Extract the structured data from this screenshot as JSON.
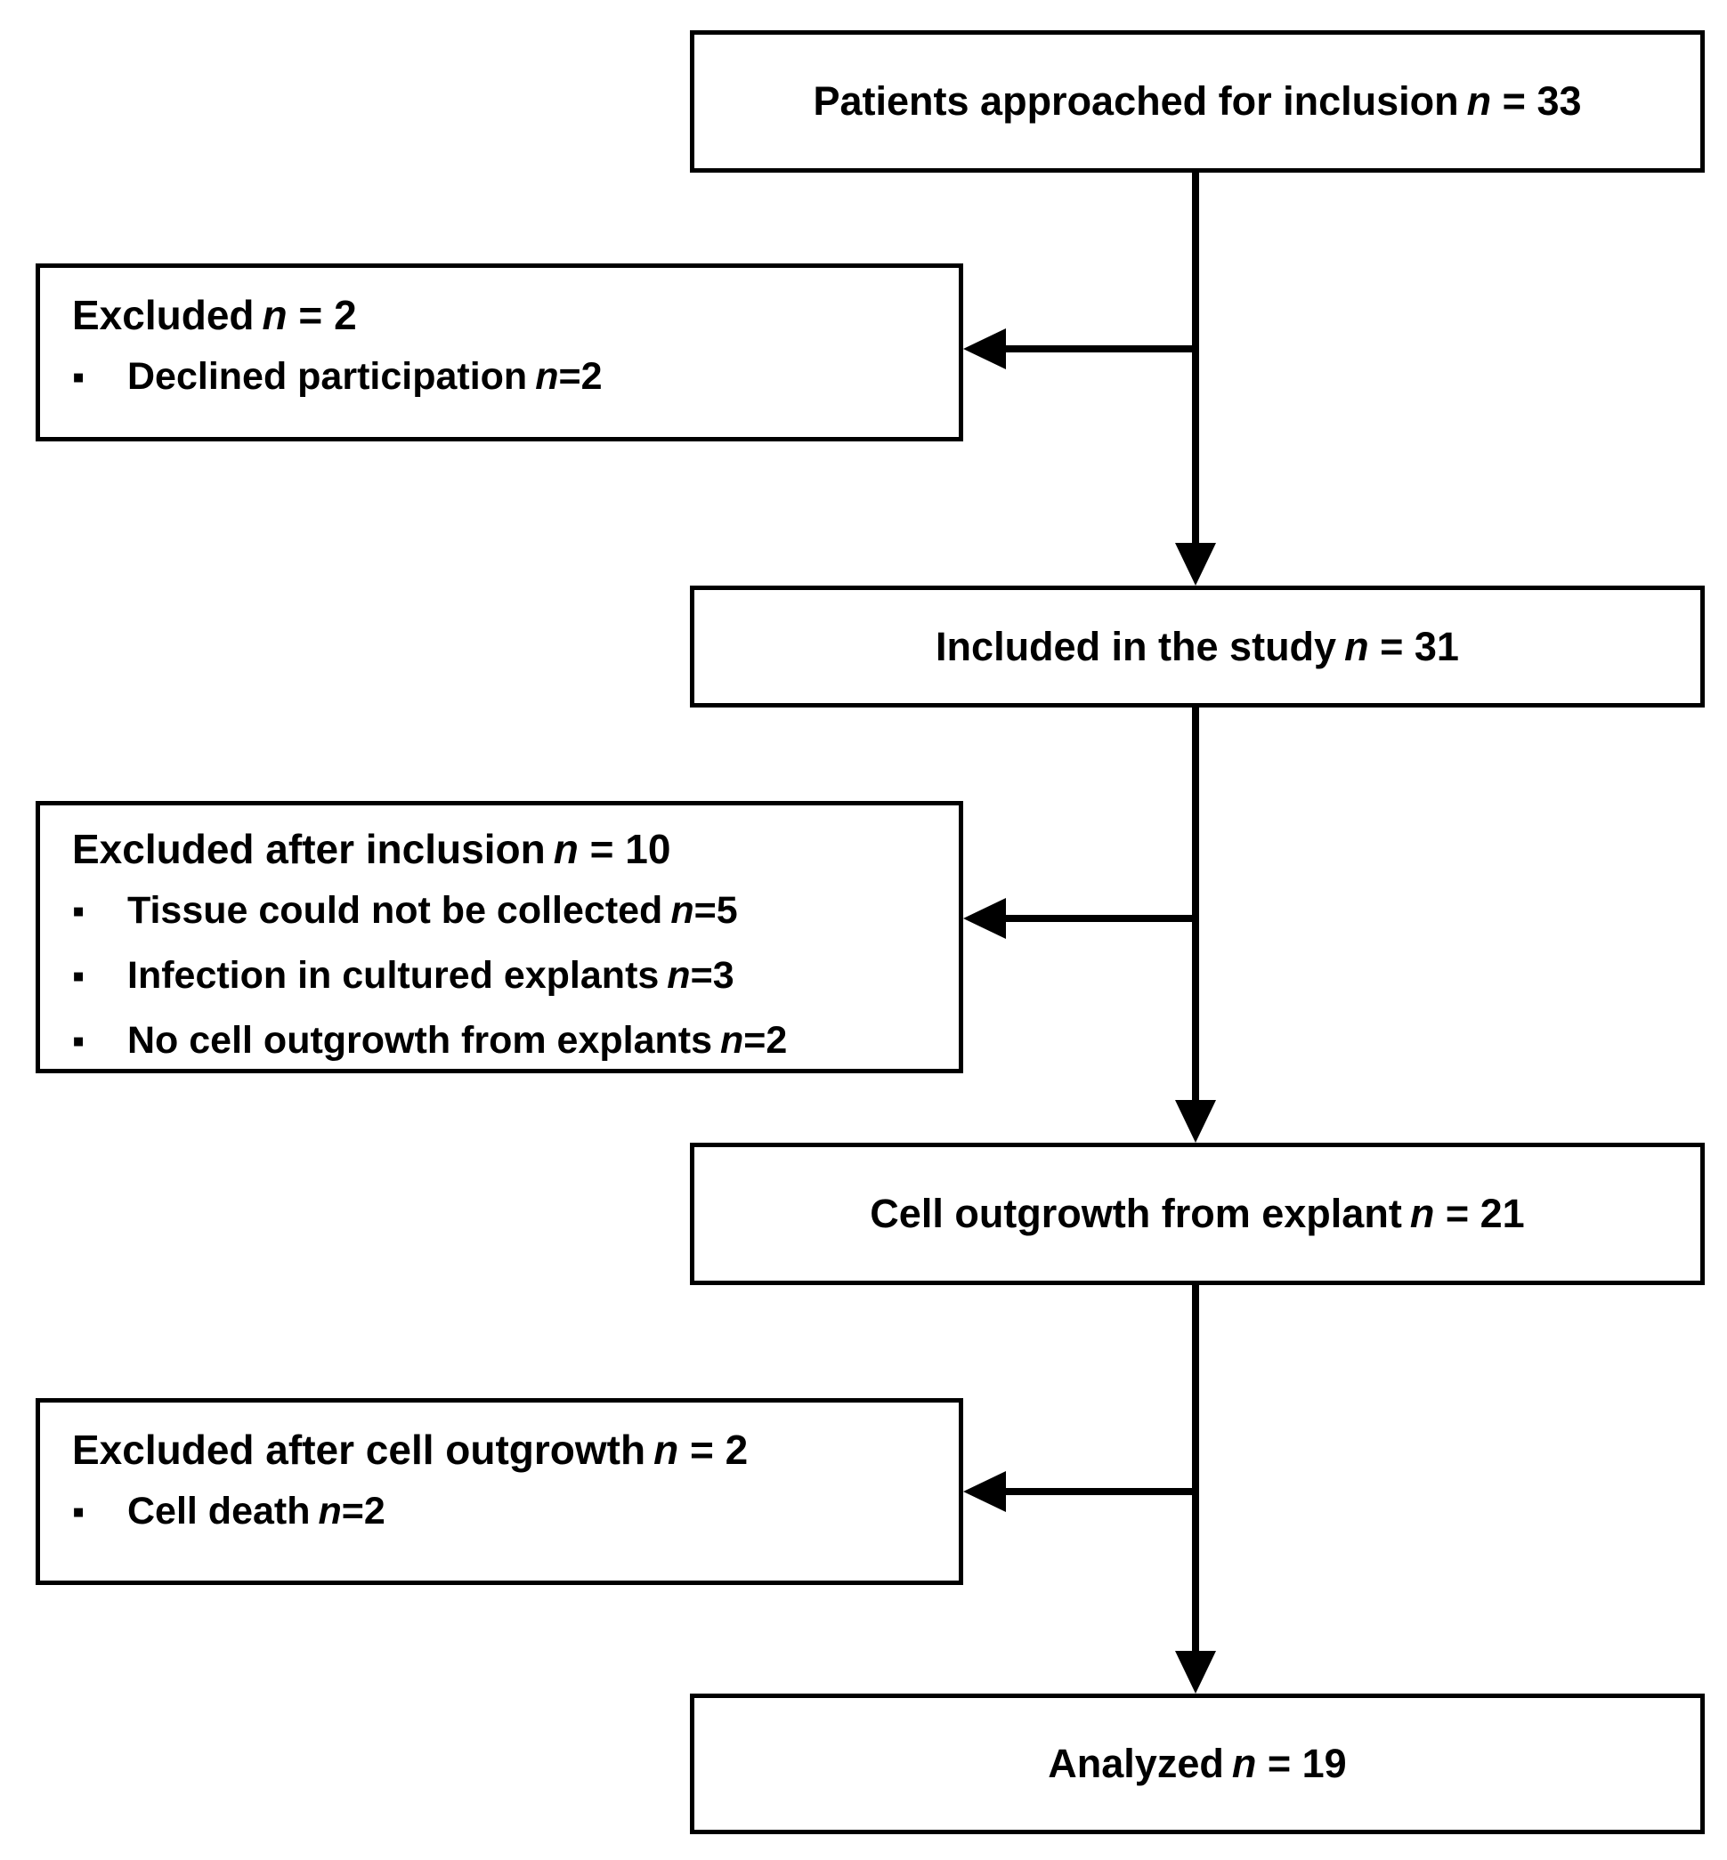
{
  "tokens": {
    "n": "n",
    "eq": "=",
    "bullet": "▪"
  },
  "colors": {
    "background": "#ffffff",
    "line": "#000000",
    "text": "#000000"
  },
  "nodes": {
    "patients": {
      "text": "Patients approached for inclusion",
      "value": "33"
    },
    "excluded_initial": {
      "title_text": "Excluded",
      "title_value": "2",
      "items": [
        {
          "text": "Declined participation",
          "value": "2"
        }
      ]
    },
    "included": {
      "text": "Included in the study",
      "value": "31"
    },
    "excluded_after_inclusion": {
      "title_text": "Excluded after inclusion",
      "title_value": "10",
      "items": [
        {
          "text": "Tissue could not be collected",
          "value": "5"
        },
        {
          "text": "Infection in cultured explants",
          "value": "3"
        },
        {
          "text": "No cell outgrowth from explants",
          "value": "2"
        }
      ]
    },
    "cell_outgrowth": {
      "text": "Cell outgrowth from explant",
      "value": "21"
    },
    "excluded_after_outgrowth": {
      "title_text": "Excluded after cell outgrowth",
      "title_value": "2",
      "items": [
        {
          "text": "Cell death",
          "value": "2"
        }
      ]
    },
    "analyzed": {
      "text": "Analyzed",
      "value": "19"
    }
  }
}
